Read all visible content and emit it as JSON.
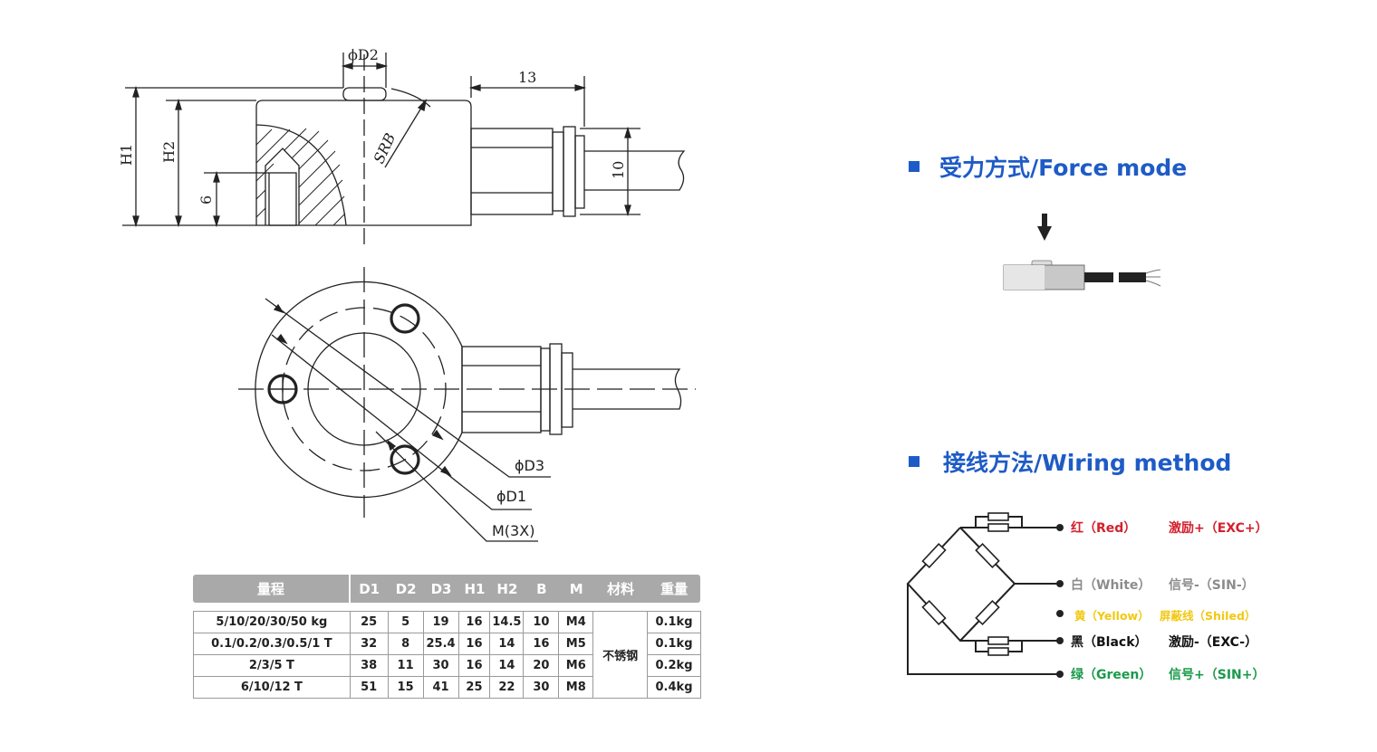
{
  "drawing": {
    "side_view": {
      "d2_label": "ϕD2",
      "dim_13": "13",
      "h1_label": "H1",
      "h2_label": "H2",
      "dim_6": "6",
      "srb_label": "SRB",
      "dim_10": "10"
    },
    "top_view": {
      "d3_label": "ϕD3",
      "d1_label": "ϕD1",
      "m_label": "M(3X)"
    }
  },
  "spec_table": {
    "headers": [
      "量程",
      "D1",
      "D2",
      "D3",
      "H1",
      "H2",
      "B",
      "M",
      "材料",
      "重量"
    ],
    "material": "不锈钢",
    "rows": [
      {
        "range": "5/10/20/30/50 kg",
        "d1": "25",
        "d2": "5",
        "d3": "19",
        "h1": "16",
        "h2": "14.5",
        "b": "10",
        "m": "M4",
        "weight": "0.1kg"
      },
      {
        "range": "0.1/0.2/0.3/0.5/1 T",
        "d1": "32",
        "d2": "8",
        "d3": "25.4",
        "h1": "16",
        "h2": "14",
        "b": "16",
        "m": "M5",
        "weight": "0.1kg"
      },
      {
        "range": "2/3/5 T",
        "d1": "38",
        "d2": "11",
        "d3": "30",
        "h1": "16",
        "h2": "14",
        "b": "20",
        "m": "M6",
        "weight": "0.2kg"
      },
      {
        "range": "6/10/12 T",
        "d1": "51",
        "d2": "15",
        "d3": "41",
        "h1": "25",
        "h2": "22",
        "b": "30",
        "m": "M8",
        "weight": "0.4kg"
      }
    ]
  },
  "force_mode": {
    "title": "受力方式/Force mode",
    "icon": "down-arrow-icon"
  },
  "wiring": {
    "title": "接线方法/Wiring method",
    "wires": [
      {
        "color_label": "红（Red）",
        "signal": "激励+（EXC+）",
        "color": "#d4202c"
      },
      {
        "color_label": "白（White）",
        "signal": "信号-（SIN-）",
        "color": "#8c8c8c"
      },
      {
        "color_label": "黄（Yellow）",
        "signal": "屏蔽线（Shiled）",
        "color": "#f2c811"
      },
      {
        "color_label": "黑（Black）",
        "signal": "激励-（EXC-）",
        "color": "#111111"
      },
      {
        "color_label": "绿（Green）",
        "signal": "信号+（SIN+）",
        "color": "#1a9a4a"
      }
    ]
  },
  "colors": {
    "accent": "#1e5bc6",
    "table_header": "#a9a9a9"
  }
}
